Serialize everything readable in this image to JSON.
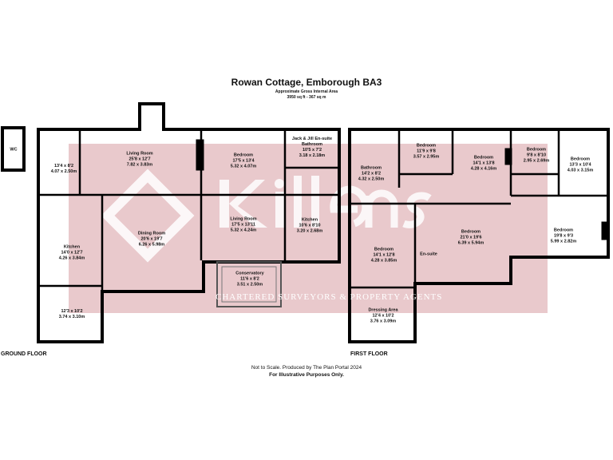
{
  "header": {
    "title": "Rowan Cottage, Emborough BA3",
    "subtitle": "Approximate Gross Internal Area",
    "area": "3950 sq ft - 367 sq m"
  },
  "watermark": {
    "logo_text": "Killens",
    "tagline": "CHARTERED SURVEYORS & PROPERTY AGENTS",
    "color": "#e8c4c8"
  },
  "ground_floor": {
    "label": "GROUND FLOOR",
    "rooms": [
      {
        "name": "WC",
        "imperial": "",
        "metric": ""
      },
      {
        "name": "",
        "imperial": "13'4 x 8'2",
        "metric": "4.07 x 2.50m"
      },
      {
        "name": "Living Room",
        "imperial": "25'8 x 12'7",
        "metric": "7.82 x 3.83m"
      },
      {
        "name": "Bedroom",
        "imperial": "17'5 x 13'4",
        "metric": "5.32 x 4.07m"
      },
      {
        "name": "Jack & Jill En-suite Bathroom",
        "imperial": "10'5 x 7'2",
        "metric": "3.18 x 2.18m"
      },
      {
        "name": "Living Room",
        "imperial": "17'5 x 13'11",
        "metric": "5.32 x 4.24m"
      },
      {
        "name": "Kitchen",
        "imperial": "10'6 x 8'10",
        "metric": "3.20 x 2.68m"
      },
      {
        "name": "Dining Room",
        "imperial": "20'6 x 19'7",
        "metric": "6.26 x 5.98m"
      },
      {
        "name": "Kitchen",
        "imperial": "14'0 x 12'7",
        "metric": "4.26 x 3.84m"
      },
      {
        "name": "Conservatory",
        "imperial": "11'6 x 8'2",
        "metric": "3.51 x 2.50m"
      },
      {
        "name": "",
        "imperial": "12'3 x 10'2",
        "metric": "3.74 x 3.10m"
      }
    ]
  },
  "first_floor": {
    "label": "FIRST FLOOR",
    "rooms": [
      {
        "name": "Bathroom",
        "imperial": "14'2 x 8'2",
        "metric": "4.32 x 2.50m"
      },
      {
        "name": "Bedroom",
        "imperial": "11'9 x 9'8",
        "metric": "3.57 x 2.95m"
      },
      {
        "name": "Bedroom",
        "imperial": "14'1 x 13'8",
        "metric": "4.28 x 4.16m"
      },
      {
        "name": "Bedroom",
        "imperial": "9'8 x 8'10",
        "metric": "2.95 x 2.69m"
      },
      {
        "name": "Bedroom",
        "imperial": "13'3 x 10'4",
        "metric": "4.03 x 3.15m"
      },
      {
        "name": "Bedroom",
        "imperial": "21'0 x 19'6",
        "metric": "6.39 x 5.94m"
      },
      {
        "name": "Bedroom",
        "imperial": "19'8 x 9'3",
        "metric": "5.99 x 2.82m"
      },
      {
        "name": "Bedroom",
        "imperial": "14'1 x 12'8",
        "metric": "4.28 x 3.85m"
      },
      {
        "name": "En-suite",
        "imperial": "",
        "metric": ""
      },
      {
        "name": "Dressing Area",
        "imperial": "12'4 x 10'2",
        "metric": "3.76 x 3.09m"
      }
    ]
  },
  "footer": {
    "line1": "Not to Scale. Produced by The Plan Portal 2024",
    "line2": "For Illustrative Purposes Only."
  }
}
